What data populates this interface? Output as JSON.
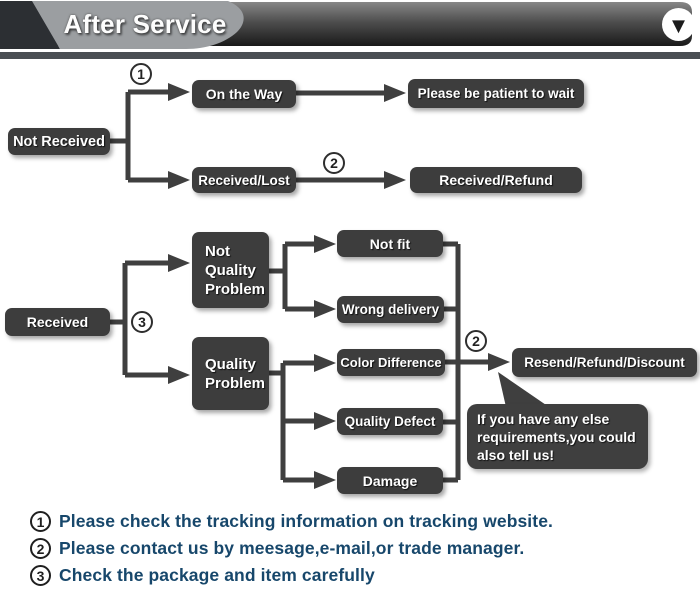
{
  "header": {
    "title": "After Service",
    "collapse_icon": "▼"
  },
  "flow": {
    "not_received": "Not Received",
    "marker_1": "1",
    "on_the_way": "On the Way",
    "please_wait": "Please be patient to wait",
    "received_lost": "Received/Lost",
    "marker_2_top": "2",
    "received_refund": "Received/Refund",
    "received": "Received",
    "marker_3": "3",
    "not_quality_problem": "Not\nQuality\nProblem",
    "quality_problem": "Quality\nProblem",
    "not_fit": "Not fit",
    "wrong_delivery": "Wrong delivery",
    "color_difference": "Color Difference",
    "quality_defect": "Quality Defect",
    "damage": "Damage",
    "marker_2_right": "2",
    "resend_refund_discount": "Resend/Refund/Discount",
    "bubble_note": "If you have any else\nrequirements,you could\nalso tell us!"
  },
  "legend": {
    "items": [
      {
        "num": "1",
        "text": "Please check the tracking information on tracking website."
      },
      {
        "num": "2",
        "text": "Please contact us by meesage,e-mail,or trade manager."
      },
      {
        "num": "3",
        "text": "Check the package and item carefully"
      }
    ]
  },
  "colors": {
    "box_fill": "#3d3d3d",
    "line": "#3f3f3f",
    "legend_text": "#17476b",
    "separator": "#4a4e53",
    "banner_silver": "#9b9ea1"
  }
}
